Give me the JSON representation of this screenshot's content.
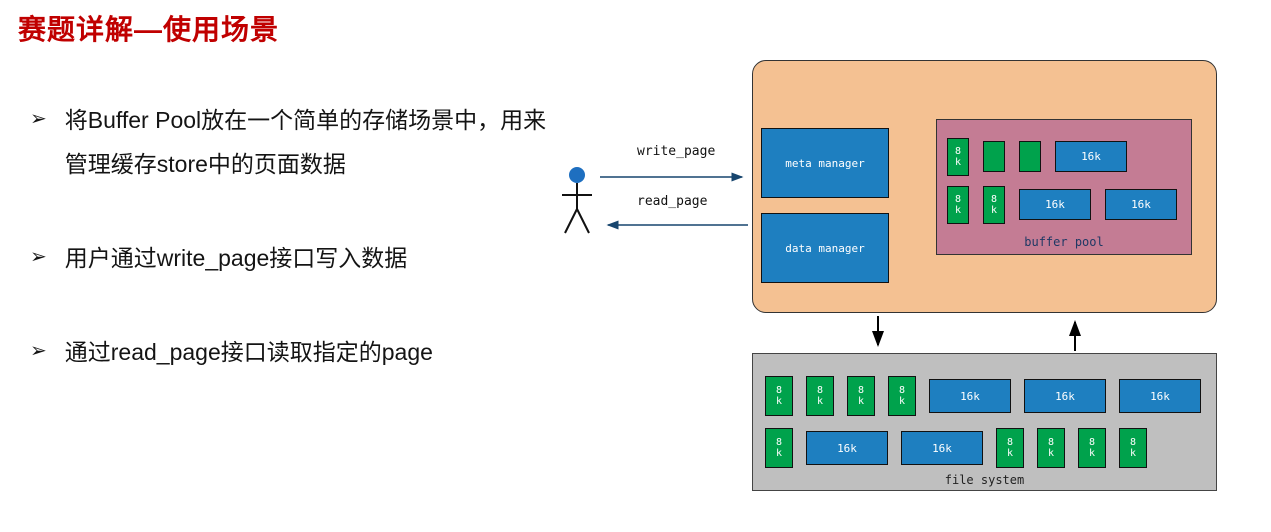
{
  "slide": {
    "title": "赛题详解—使用场景",
    "bullet_marker": "➢",
    "bullets": [
      "将Buffer Pool放在一个简单的存储场景中，用来管理缓存store中的页面数据",
      "用户通过write_page接口写入数据",
      "通过read_page接口读取指定的page"
    ]
  },
  "diagram": {
    "write_label": "write_page",
    "read_label": "read_page",
    "managers": [
      {
        "label": "meta manager"
      },
      {
        "label": "data manager"
      }
    ],
    "buffer_pool": {
      "label": "buffer pool",
      "rows": [
        [
          {
            "type": "green",
            "label": "8k"
          },
          {
            "type": "green",
            "label": ""
          },
          {
            "type": "green",
            "label": ""
          },
          {
            "type": "blue",
            "label": "16k"
          }
        ],
        [
          {
            "type": "green",
            "label": "8k"
          },
          {
            "type": "green",
            "label": "8k"
          },
          {
            "type": "blue",
            "label": "16k"
          },
          {
            "type": "blue",
            "label": "16k"
          }
        ]
      ]
    },
    "file_system": {
      "label": "file system",
      "rows": [
        [
          {
            "type": "green",
            "label": "8k"
          },
          {
            "type": "green",
            "label": "8k"
          },
          {
            "type": "green",
            "label": "8k"
          },
          {
            "type": "green",
            "label": "8k"
          },
          {
            "type": "blue",
            "label": "16k"
          },
          {
            "type": "blue",
            "label": "16k"
          },
          {
            "type": "blue",
            "label": "16k"
          }
        ],
        [
          {
            "type": "green",
            "label": "8k"
          },
          {
            "type": "blue",
            "label": "16k"
          },
          {
            "type": "blue",
            "label": "16k"
          },
          {
            "type": "green",
            "label": "8k"
          },
          {
            "type": "green",
            "label": "8k"
          },
          {
            "type": "green",
            "label": "8k"
          },
          {
            "type": "green",
            "label": "8k"
          }
        ]
      ]
    },
    "colors": {
      "title_red": "#C00000",
      "box_blue": "#1E7FC0",
      "box_green": "#00A24C",
      "panel_orange": "#F4C192",
      "panel_pink": "#C47C94",
      "panel_gray": "#BFBFBF"
    }
  }
}
